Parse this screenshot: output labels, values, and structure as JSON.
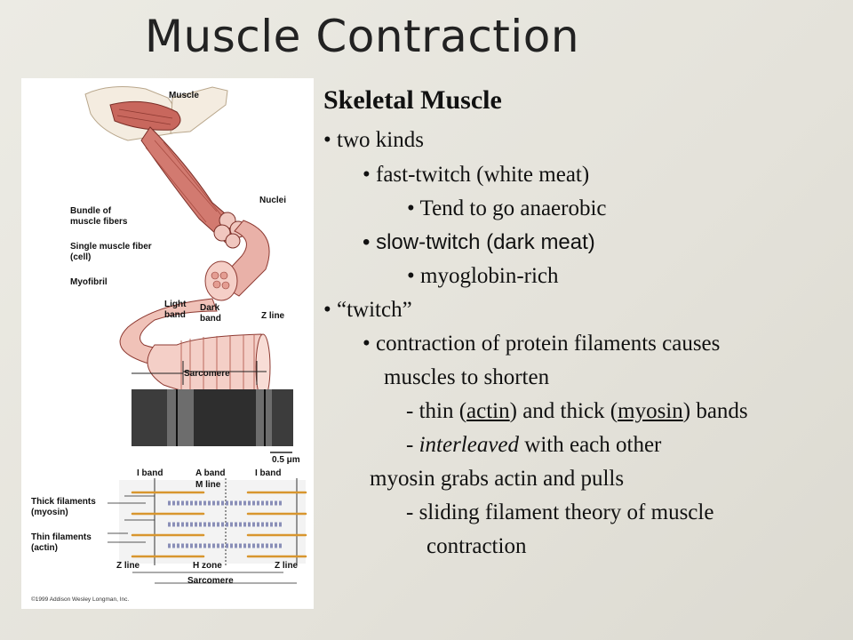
{
  "slide": {
    "title": "Muscle Contraction",
    "heading": "Skeletal Muscle",
    "bullets": {
      "b1": "• two kinds",
      "b2": "•  fast-twitch (white meat)",
      "b3": "• Tend to go anaerobic",
      "b4": "•  slow-twitch (dark meat)",
      "b5": "• myoglobin-rich",
      "b6": "• “twitch”",
      "b7": "•  contraction of protein filaments causes",
      "b7b": "muscles to shorten",
      "b8a": "-  thin (",
      "b8b": "actin",
      "b8c": ") and thick (",
      "b8d": "myosin",
      "b8e": ") bands",
      "b9a": "-  ",
      "b9b": "interleaved",
      "b9c": " with each other",
      "b10": "myosin grabs actin and pulls",
      "b11": "-  sliding filament theory of muscle",
      "b11b": "contraction"
    }
  },
  "figure_labels": {
    "muscle": "Muscle",
    "bundle": "Bundle of",
    "bundle2": "muscle fibers",
    "single": "Single muscle fiber",
    "single2": "(cell)",
    "myofibril": "Myofibril",
    "nuclei": "Nuclei",
    "light": "Light",
    "light2": "band",
    "dark": "Dark",
    "dark2": "band",
    "zline": "Z line",
    "sarcomere": "Sarcomere",
    "scale": "0.5 μm",
    "iband1": "I band",
    "aband": "A band",
    "iband2": "I band",
    "mline": "M line",
    "thick": "Thick filaments",
    "thick2": "(myosin)",
    "thin": "Thin filaments",
    "thin2": "(actin)",
    "zline2": "Z line",
    "hzone": "H zone",
    "zline3": "Z line",
    "sarcomere2": "Sarcomere",
    "copyright": "©1999 Addison Wesley Longman, Inc."
  },
  "colors": {
    "muscle": "#c8675d",
    "fiber": "#e9b1a8",
    "actin": "#d8962e",
    "myosin": "#8a8fb8"
  }
}
